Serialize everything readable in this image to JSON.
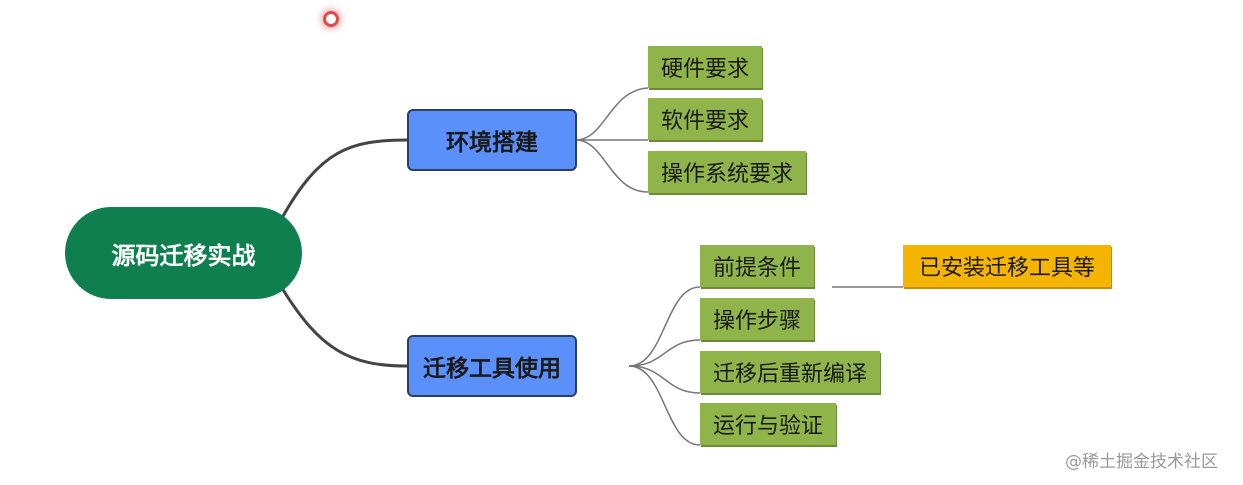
{
  "mindmap": {
    "root": "源码迁移实战",
    "branches": [
      {
        "label": "环境搭建",
        "children": [
          {
            "label": "硬件要求"
          },
          {
            "label": "软件要求"
          },
          {
            "label": "操作系统要求"
          }
        ]
      },
      {
        "label": "迁移工具使用",
        "children": [
          {
            "label": "前提条件",
            "detail": "已安装迁移工具等"
          },
          {
            "label": "操作步骤"
          },
          {
            "label": "迁移后重新编译"
          },
          {
            "label": "运行与验证"
          }
        ]
      }
    ]
  },
  "watermark": "@稀土掘金技术社区",
  "colors": {
    "root": "#0f7f4f",
    "branch": "#5b8ff9",
    "leaf": "#8fb54a",
    "detail": "#f5b400",
    "connector": "#444444"
  }
}
